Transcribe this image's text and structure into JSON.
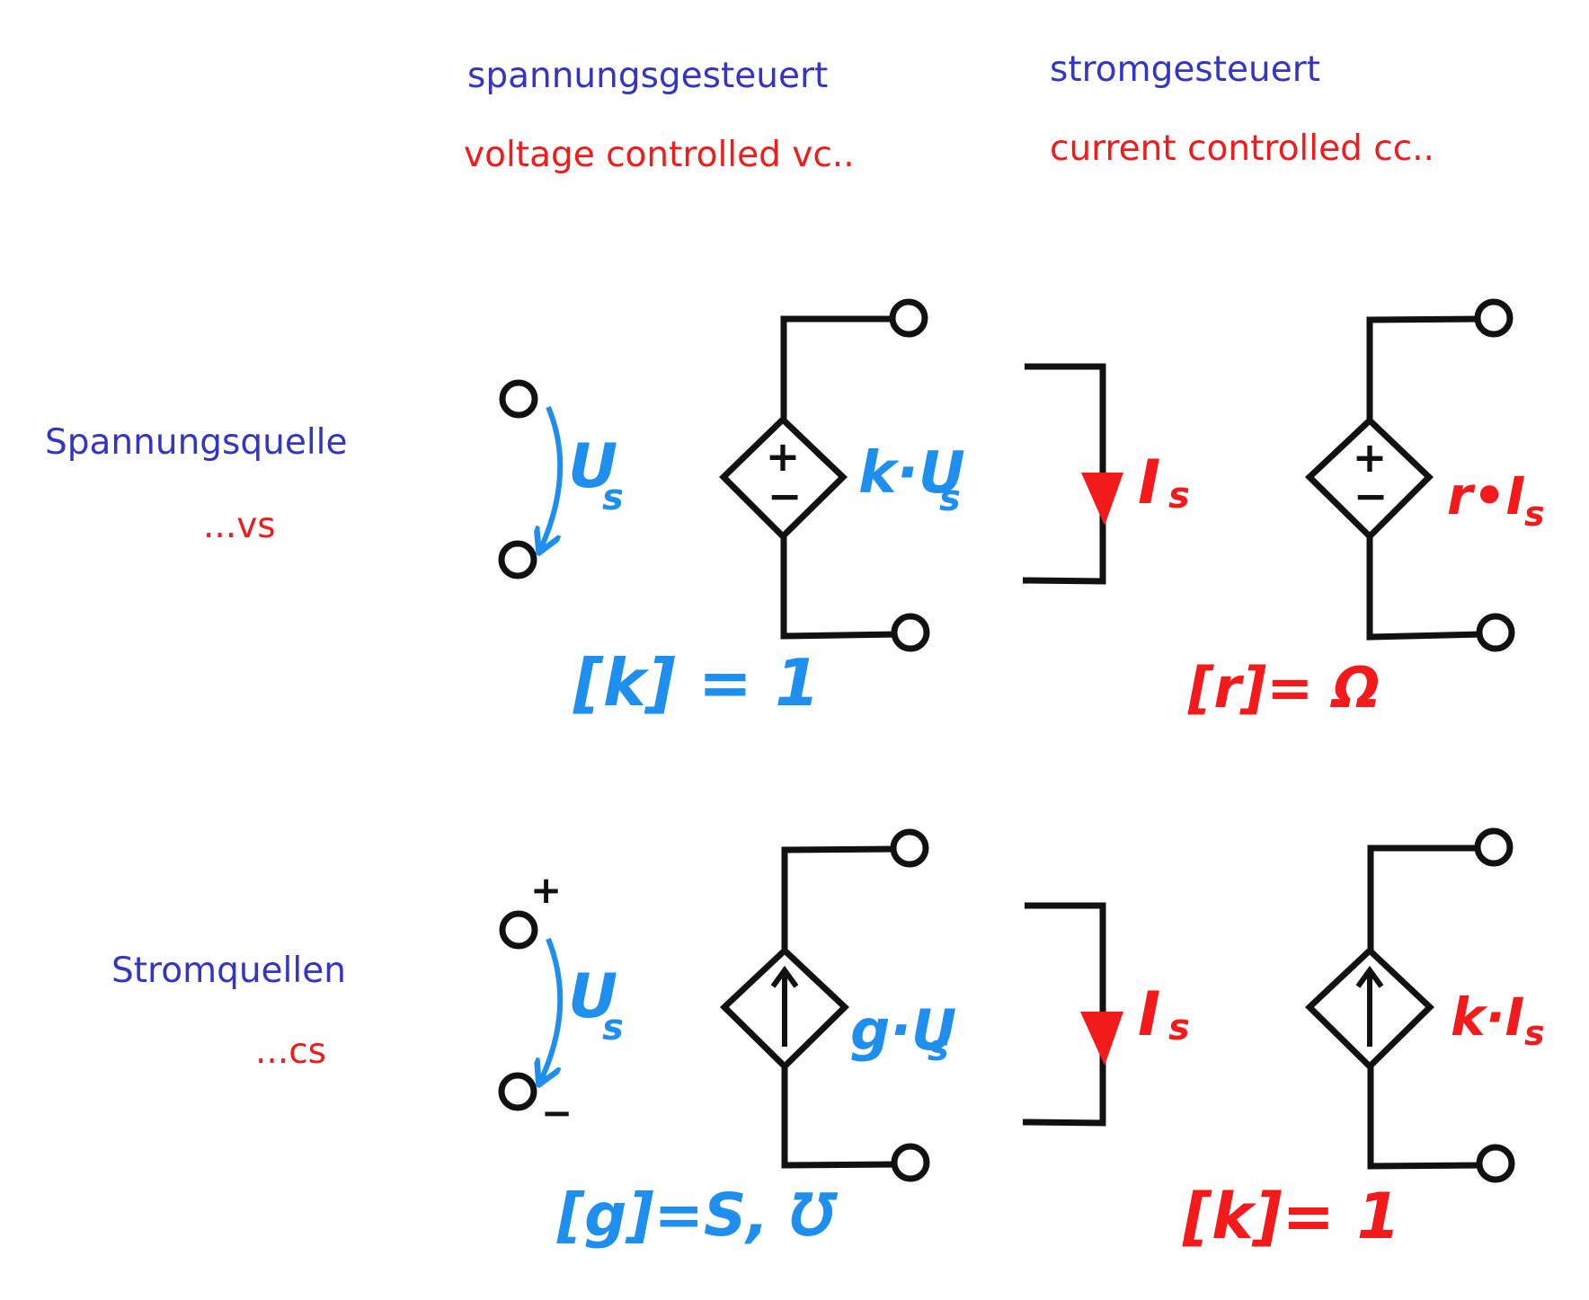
{
  "colors": {
    "header_blue": "#3535c4",
    "label_red": "#f21a1a",
    "hand_blue": "#1e8fec",
    "hand_red": "#f21a1a",
    "wire": "#111111"
  },
  "columns": {
    "voltage": {
      "de": "spannungsgesteuert",
      "en": "voltage controlled vc.."
    },
    "current": {
      "de": "stromgesteuert",
      "en": "current controlled cc.."
    }
  },
  "rows": {
    "voltage_source": {
      "de": "Spannungsquelle",
      "en": "...vs"
    },
    "current_source": {
      "de": "Stromquellen",
      "en": "...cs"
    }
  },
  "annotations": {
    "us": "U",
    "us_sub": "s",
    "is": "I",
    "is_sub": "s",
    "vcvs": "k·U",
    "ccvs": "r•I",
    "vccs": "g·U",
    "cccs": "k·I",
    "unit_k_v": "[k] = 1",
    "unit_r": "[r]= Ω",
    "unit_g": "[g]=S, ℧",
    "unit_k_c": "[k]= 1",
    "plus": "+",
    "minus": "−",
    "source_plus": "+",
    "source_minus": "−"
  },
  "icons": [
    "terminal-circle",
    "voltage-arrow",
    "current-arrow",
    "dependent-voltage-source",
    "dependent-current-source"
  ]
}
